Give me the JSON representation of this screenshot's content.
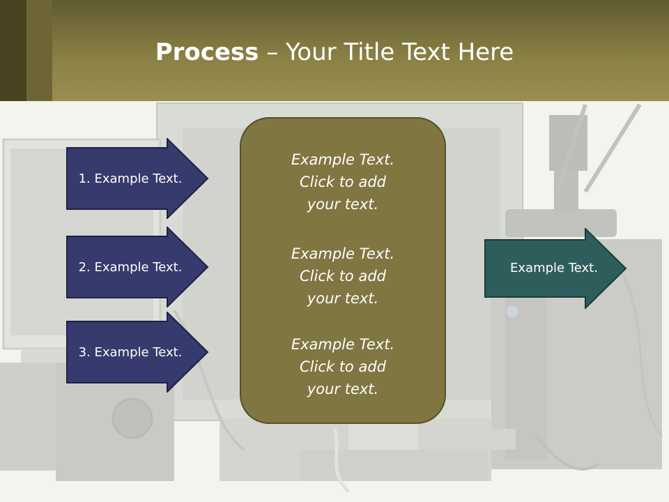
{
  "header": {
    "title_bold": "Process",
    "title_rest": " – Your Title Text Here"
  },
  "left_arrows": [
    {
      "label": "1. Example Text."
    },
    {
      "label": "2. Example Text."
    },
    {
      "label": "3. Example Text."
    }
  ],
  "center_box": {
    "items": [
      {
        "text": "Example Text.\nClick  to add\nyour text."
      },
      {
        "text": "Example Text.\nClick  to add\nyour text."
      },
      {
        "text": "Example Text.\nClick  to add\nyour text."
      }
    ]
  },
  "right_arrow": {
    "label": "Example Text."
  },
  "colors": {
    "header_dark": "#4a4322",
    "header_olive": "#8c8246",
    "arrow_navy": "#373a6c",
    "arrow_teal": "#2e5e5c",
    "center_box": "#807642"
  },
  "background_image": {
    "subject": "electronic-waste-photo"
  }
}
